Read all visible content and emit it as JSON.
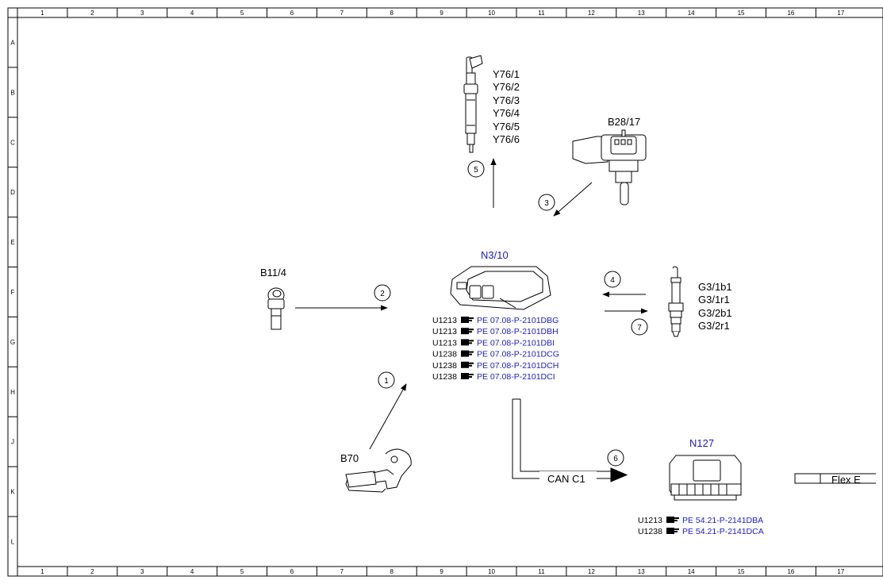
{
  "grid": {
    "columns": [
      "1",
      "2",
      "3",
      "4",
      "5",
      "6",
      "7",
      "8",
      "9",
      "10",
      "11",
      "12",
      "13",
      "14",
      "15",
      "16",
      "17"
    ],
    "rows": [
      "A",
      "B",
      "C",
      "D",
      "E",
      "F",
      "G",
      "H",
      "J",
      "K",
      "L"
    ]
  },
  "components": {
    "ecu": {
      "label": "N3/10"
    },
    "injectors": {
      "labels": [
        "Y76/1",
        "Y76/2",
        "Y76/3",
        "Y76/4",
        "Y76/5",
        "Y76/6"
      ]
    },
    "pressure_sensor": {
      "label": "B28/17"
    },
    "temp_sensor": {
      "label": "B11/4"
    },
    "crank_sensor": {
      "label": "B70"
    },
    "o2_sensors": {
      "labels": [
        "G3/1b1",
        "G3/1r1",
        "G3/2b1",
        "G3/2r1"
      ]
    },
    "module": {
      "label": "N127"
    },
    "can_bus": {
      "label": "CAN C1"
    },
    "flex": {
      "label": "Flex E"
    }
  },
  "ecu_refs": [
    {
      "code": "U1213",
      "link": "PE 07.08-P-2101DBG"
    },
    {
      "code": "U1213",
      "link": "PE 07.08-P-2101DBH"
    },
    {
      "code": "U1213",
      "link": "PE 07.08-P-2101DBI"
    },
    {
      "code": "U1238",
      "link": "PE 07.08-P-2101DCG"
    },
    {
      "code": "U1238",
      "link": "PE 07.08-P-2101DCH"
    },
    {
      "code": "U1238",
      "link": "PE 07.08-P-2101DCI"
    }
  ],
  "module_refs": [
    {
      "code": "U1213",
      "link": "PE 54.21-P-2141DBA"
    },
    {
      "code": "U1238",
      "link": "PE 54.21-P-2141DCA"
    }
  ],
  "signals": [
    "1",
    "2",
    "3",
    "4",
    "5",
    "6",
    "7"
  ]
}
